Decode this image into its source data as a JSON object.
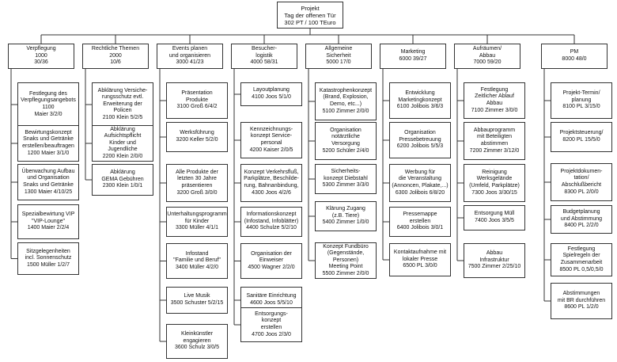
{
  "root": {
    "text": "Projekt\nTag der offenen Tür\n302 PT   /  100 TEuro"
  },
  "columns": [
    {
      "head": "Verpflegung\n1000\n30/36",
      "items": [
        "Festlegung des\nVerpflegungsangebots\n1100\nMaier 3/2/0",
        "Bewirtungskonzept\nSnaks und Getränke\nerstellen/beauftragen\n1200 Maier 3/1/0",
        "Überwachung Aufbau\nund Organisation\nSnaks und Getränke\n1300 Maier 4/10/25",
        "Spezialbewirtung VIP\n\"VIP-Lounge\"\n1400 Maier 2/2/4",
        "Sitzgelegenheiten\nincl. Sonnenschutz\n1500 Müller 1/2/7"
      ]
    },
    {
      "head": "Rechtliche Themen\n2000\n10/6",
      "items": [
        "Abklärung Versiche-\nrungsschutz evtl.\nErweiterung der Policen\n2100 Klein 5/2/5",
        "Abklärung\nAufsichtspflicht\nKinder und Jugendliche\n2200 Klein 2/0/0",
        "Abklärung\nGEMA Gebühren\n2300 Klein 1/0/1"
      ]
    },
    {
      "head": "Events planen\nund organisieren\n3000     41/23",
      "items": [
        "Präsentation\nProdukte\n3100 Groß 6/4/2",
        "Werksführung\n3200 Keller 5/2/0",
        "Alle Produkte der\nletzten 30 Jahre\npräsentieren\n3200 Groß 3/0/0",
        "Unterhaltungsprogramm\nfür Kinder\n3300  Müller 4/1/1",
        "Infostand\n\"Familie und Beruf\"\n3400   Müller  4/2/0",
        "Live Musik\n3500  Schuster  5/2/15",
        "Kleinkünstler\nengagieren\n3600 Schulz 3/0/5"
      ]
    },
    {
      "head": "Besucher-\nlogistik\n4000  58/31",
      "items": [
        "Layoutplanung\n4100   Joos  5/1/0",
        "Kennzeichnungs-\nkonzept Service-\npersonal\n4200   Kaiser  2/0/5",
        "Konzept Verkehrsfluß,\nParkplätze, Beschilde-\nrung, Bahnanbindung,\n4300  Joos  4/2/6",
        "Informationskonzept\n(Infostand, Infoblätter)\n4400 Schulze  5/2/10",
        "Organisation der\nEinweiser\n4500 Wagner 2/2/0",
        "Sanitäre Einrichtung\n4600  Joos 5/5/10",
        "Entsorgungs-\nkonzept\nerstellen\n4700  Joos  2/3/0"
      ]
    },
    {
      "head": "Allgemeine\nSicherheit\n5000  17/0",
      "items": [
        "Katastrophenkonzept\n(Brand, Explosion,\nDemo, etc...)\n5100  Zimmer 2/0/0",
        "Organisation\nnotärztliche\nVersorgung\n5200  Schüler  2/4/0",
        "Sicherheits-\nkonzept  Diebstahl\n5300  Zimmer 3/3/0",
        "Klärung Zugang\n(z.B. Tiere)\n5400 Zimmer 1/0/0",
        "Konzept Fundbüro\n(Gegenstände, Personen)\nMeeting Point\n5500  Zimmer  2/0/0"
      ]
    },
    {
      "head": "Marketing\n6000    39/27",
      "items": [
        "Entwicklung\nMarketingkonzept\n6100  Jolibois  3/6/3",
        "Organisation\nPressebetreuung\n6200  Jolibois  5/5/3",
        "Werbung für\ndie Veranstaltung\n(Annoncen, Plakate,...)\n6300  Jolibois  6/8/20",
        "Pressemappe\nerstellen\n6400  Jolibois  3/0/1",
        "Kontaktaufnahme mit\nlokaler Presse\n6500 PL  3/0/0"
      ]
    },
    {
      "head": "Aufräumen/\nAbbau\n7000     59/20",
      "items": [
        "Festlegung\nZeitlicher Ablauf\nAbbau\n7100 Zimmer 3/0/0",
        "Abbauprogramm\nmit Beteiligten\nabstimmen\n7200 Zimmer 3/12/0",
        "Reinigung\nWerksgelände\n(Umfeld, Parkplätze)\n7300 Joos 3/30/15",
        "Entsorgung Müll\n7400 Joos 3/5/5",
        "Abbau\nInfrastruktur\n7500 Zimmer 2/25/10"
      ]
    },
    {
      "head": "PM\n8000  48/0",
      "items": [
        "Projekt-Termin/\nplanung\n8100  PL  3/15/0",
        "Projektsteuerung/\n8200 PL 15/5/0",
        "Projektdokumen-\ntation/\nAbschlußbericht\n8300 PL 2/0/0",
        "Budgetplanung\nund Abstimmung\n8400  PL  2/2/0",
        "Festlegung\nSpielregeln der\nZusammenarbeit\n8500 PL 0,5/0,5/0",
        "Abstimmungen\nmit BR durchführen\n8600  PL  1/2/0"
      ]
    }
  ]
}
